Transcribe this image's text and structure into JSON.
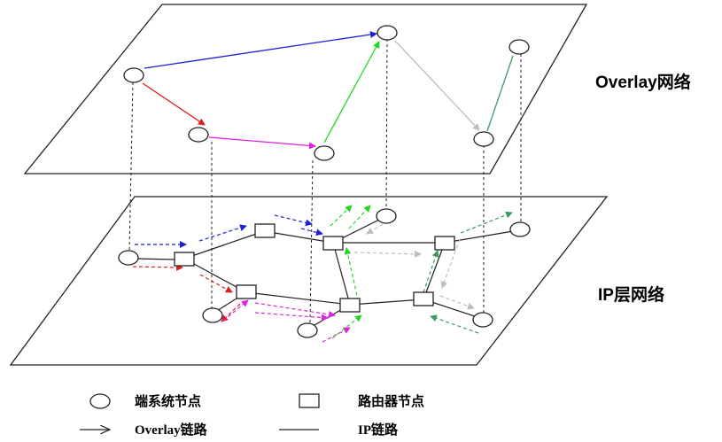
{
  "layers": {
    "overlay_title": "Overlay网络",
    "ip_title": "IP层网络"
  },
  "legend": {
    "end_system_node": "端系统节点",
    "router_node": "路由器节点",
    "overlay_link": "Overlay链路",
    "ip_link": "IP链路"
  },
  "colors": {
    "plane_stroke": "#222222",
    "node_stroke": "#222222",
    "ip_link": "#222222",
    "dashed_vertical": "#222222",
    "overlay_blue": "#1f1fd6",
    "overlay_red": "#e01b1b",
    "overlay_magenta": "#e020e0",
    "overlay_green": "#22d622",
    "overlay_gray": "#bdbdbd",
    "overlay_teal": "#3a9a62"
  }
}
